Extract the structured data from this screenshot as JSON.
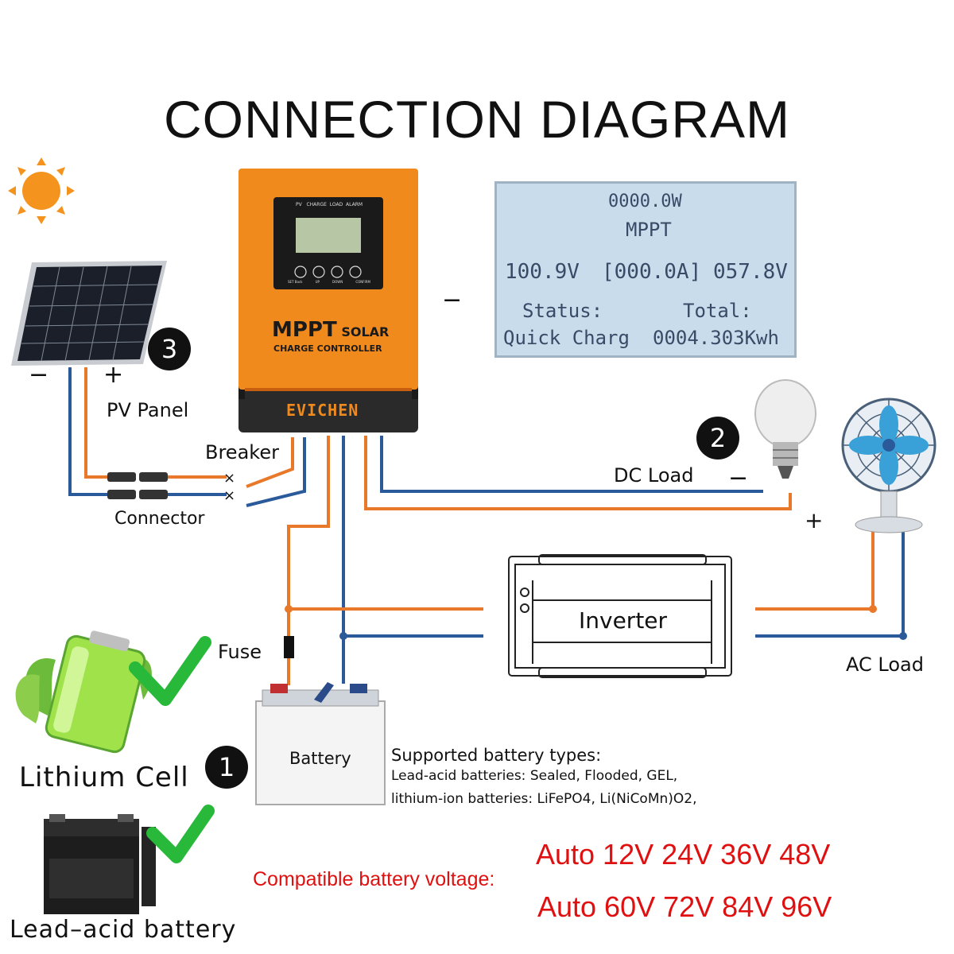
{
  "title": "CONNECTION DIAGRAM",
  "controller": {
    "brand": "EVICHEN",
    "model_line1": "MPPT",
    "model_line1b": "SOLAR",
    "model_line2": "CHARGE CONTROLLER",
    "indicators": [
      "PV",
      "CHARGE",
      "LOAD",
      "ALARM"
    ],
    "buttons": [
      "SET Back",
      "UP",
      "DOWN",
      "CONFIRM"
    ]
  },
  "lcd": {
    "power": "0000.0W",
    "mode": "MPPT",
    "pv_voltage": "100.9V",
    "current": "[000.0A]",
    "battery_voltage": "057.8V",
    "status_label": "Status:",
    "status_value": "Quick Charg",
    "total_label": "Total:",
    "total_value": "0004.303Kwh"
  },
  "labels": {
    "pv_panel": "PV Panel",
    "connector": "Connector",
    "breaker": "Breaker",
    "dc_load": "DC Load",
    "inverter": "Inverter",
    "ac_load": "AC Load",
    "fuse": "Fuse",
    "battery": "Battery",
    "lithium_cell": "Lithium Cell",
    "lead_acid": "Lead–acid battery",
    "minus": "−",
    "plus": "+"
  },
  "steps": [
    "1",
    "2",
    "3"
  ],
  "supported": {
    "heading": "Supported battery types:",
    "line1": "Lead-acid batteries: Sealed, Flooded, GEL,",
    "line2": "lithium-ion batteries: LiFePO4, Li(NiCoMn)O2,"
  },
  "voltage": {
    "label": "Compatible battery voltage:",
    "row1": "Auto 12V 24V 36V 48V",
    "row2": "Auto 60V 72V 84V 96V"
  },
  "colors": {
    "positive_wire": "#e8782a",
    "negative_wire": "#2a5a9a",
    "controller_orange": "#f08a1c",
    "controller_dark": "#2a2a2a",
    "check_green": "#28b83a",
    "red_text": "#e01010"
  }
}
